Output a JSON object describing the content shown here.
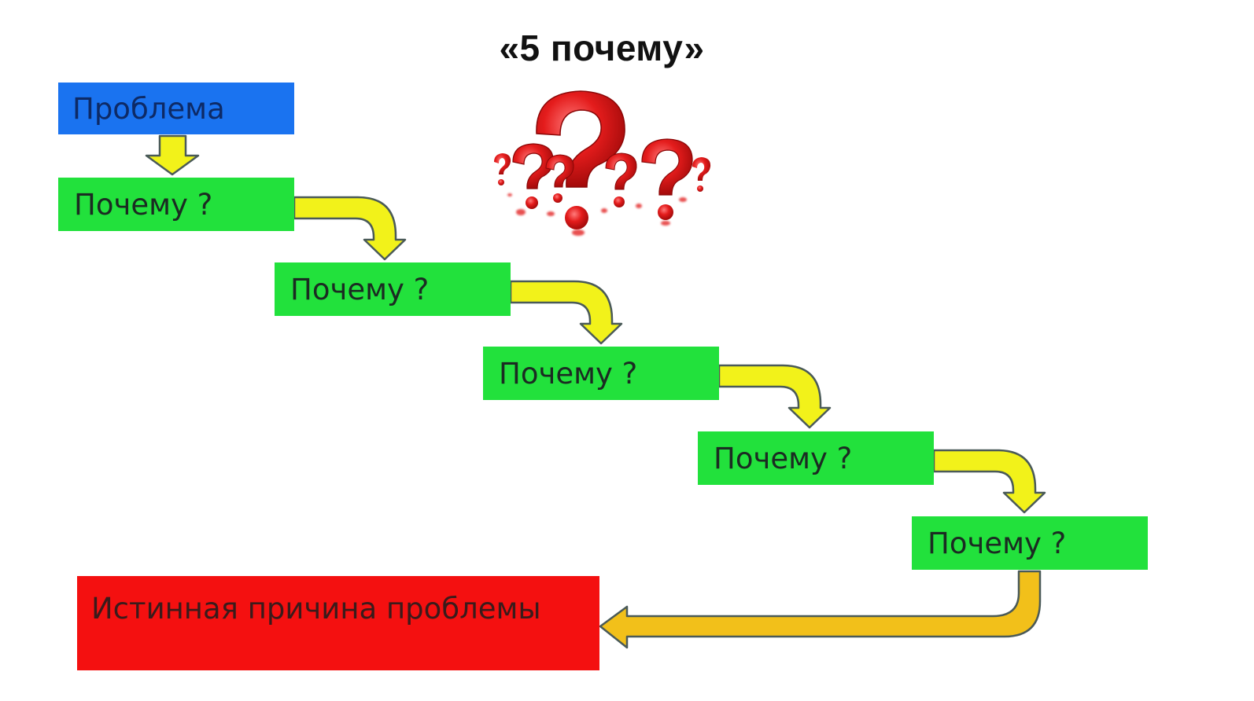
{
  "title": "«5 почему»",
  "nodes": {
    "problem": "Проблема",
    "why_1": "Почему ?",
    "why_2": "Почему ?",
    "why_3": "Почему ?",
    "why_4": "Почему ?",
    "why_5": "Почему ?",
    "root_cause": "Истинная причина проблемы"
  },
  "colors": {
    "problem_box": "#1a73f0",
    "why_box": "#22e13c",
    "root_box": "#f41010",
    "arrow": "#f2f21a",
    "arrow_final": "#f2c01a",
    "question_marks": "#e01818"
  },
  "icons": {
    "decoration": "red-question-marks-icon"
  }
}
